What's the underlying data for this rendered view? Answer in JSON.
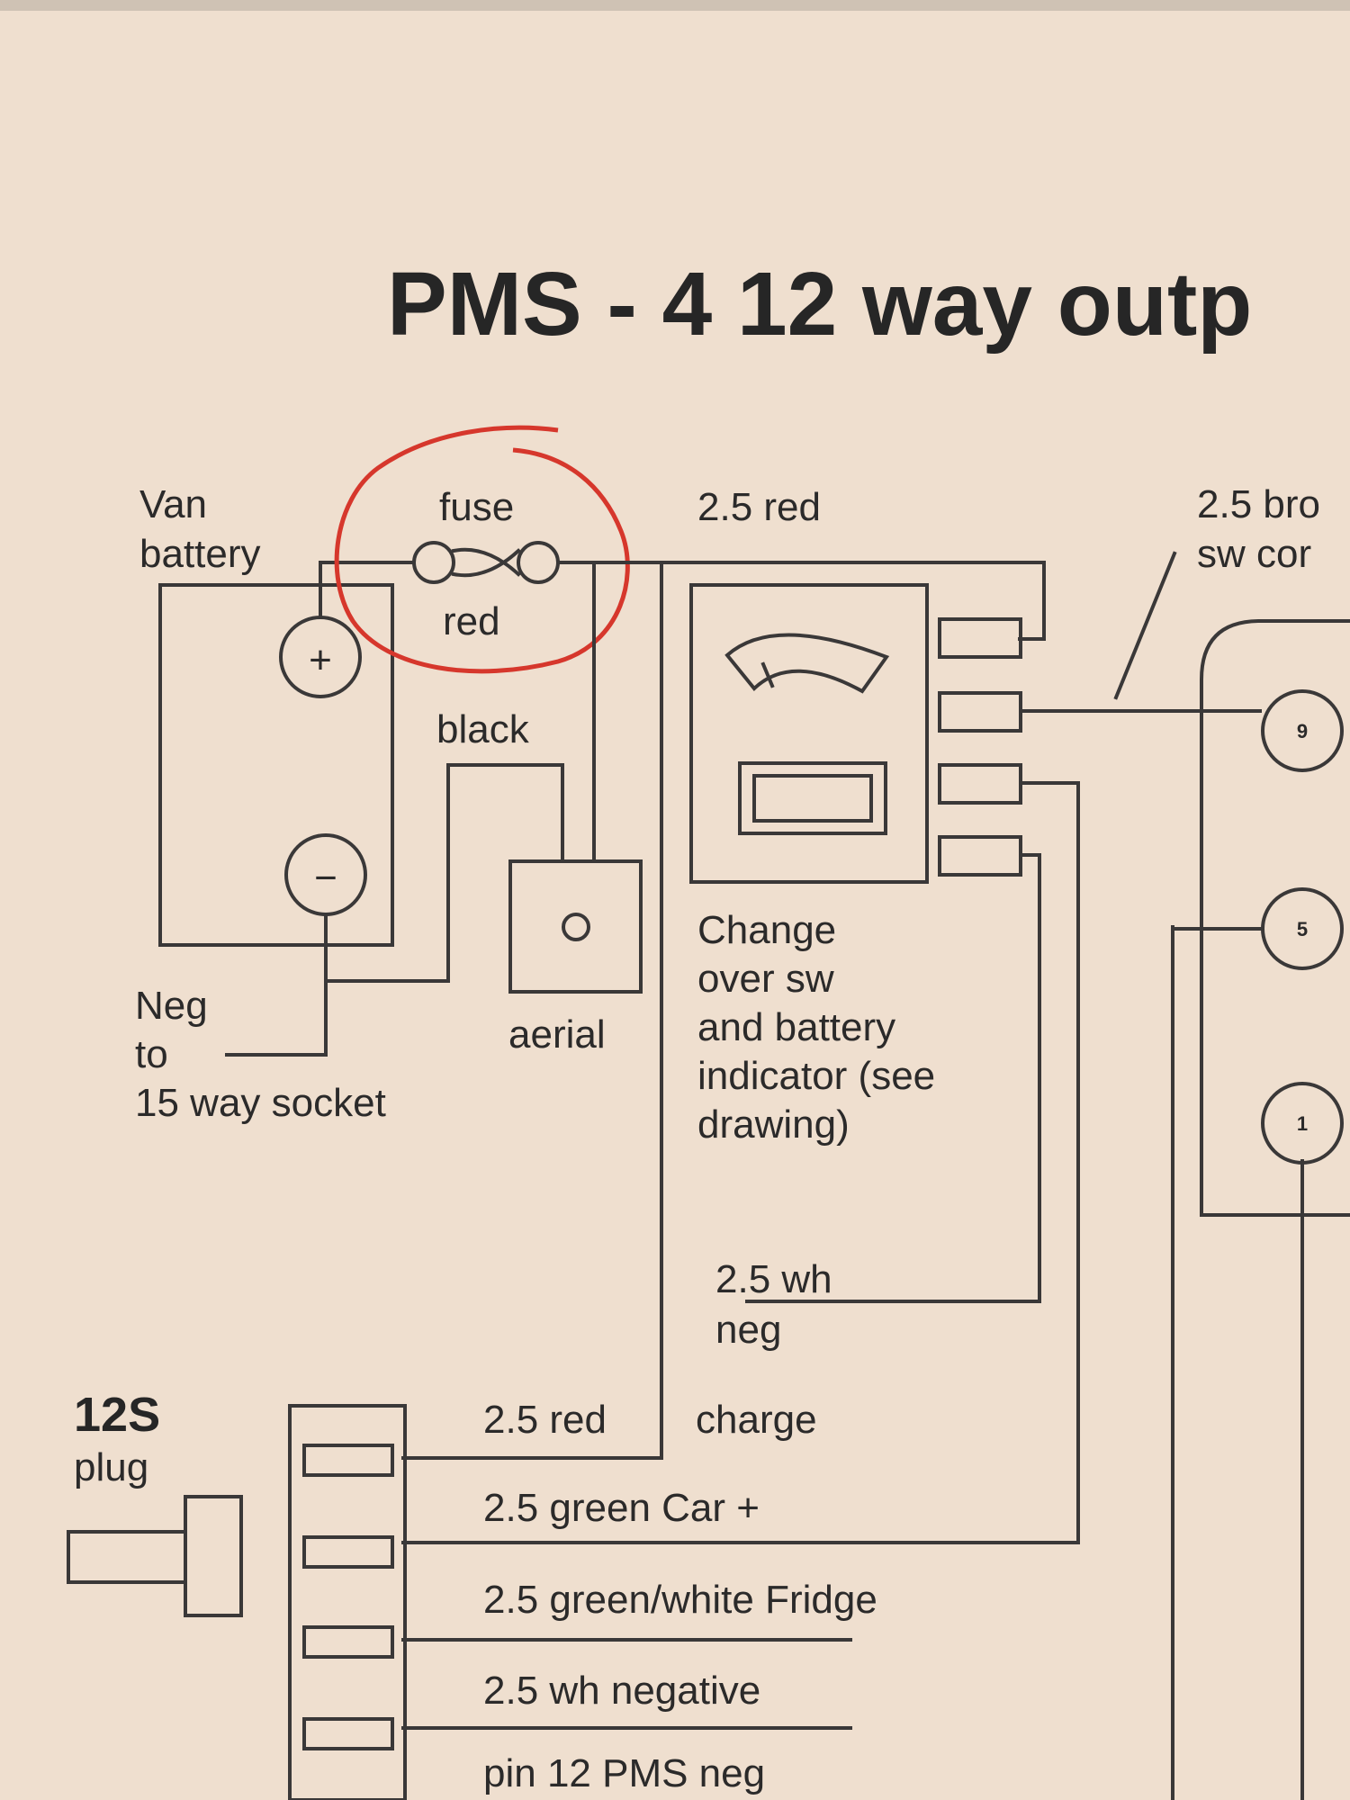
{
  "title": "PMS - 4   12 way outp",
  "labels": {
    "van_battery_1": "Van",
    "van_battery_2": "battery",
    "fuse": "fuse",
    "fuse_color": "red",
    "wire_top": "2.5 red",
    "black": "black",
    "aerial": "aerial",
    "neg_1": "Neg",
    "neg_2": "to",
    "neg_3": "15 way socket",
    "changeover_1": "Change",
    "changeover_2": "over sw",
    "changeover_3": "and battery",
    "changeover_4": "indicator (see",
    "changeover_5": "drawing)",
    "wh_neg_1": "2.5 wh",
    "wh_neg_2": "neg",
    "plug_1": "12S",
    "plug_2": "plug",
    "charge_wire": "2.5 red",
    "charge": "charge",
    "green_car": "2.5 green Car +",
    "fridge": "2.5 green/white Fridge",
    "wh_negative": "2.5 wh negative",
    "pin12": "pin 12 PMS neg",
    "brown_1": "2.5 bro",
    "brown_2": "sw cor"
  },
  "symbols": {
    "plus": "+",
    "minus": "−",
    "pin_9": "9",
    "pin_5": "5",
    "pin_1": "1"
  },
  "colors": {
    "paper": "#efdfcf",
    "ink": "#2b2a2a",
    "annotation": "#d6372c"
  }
}
